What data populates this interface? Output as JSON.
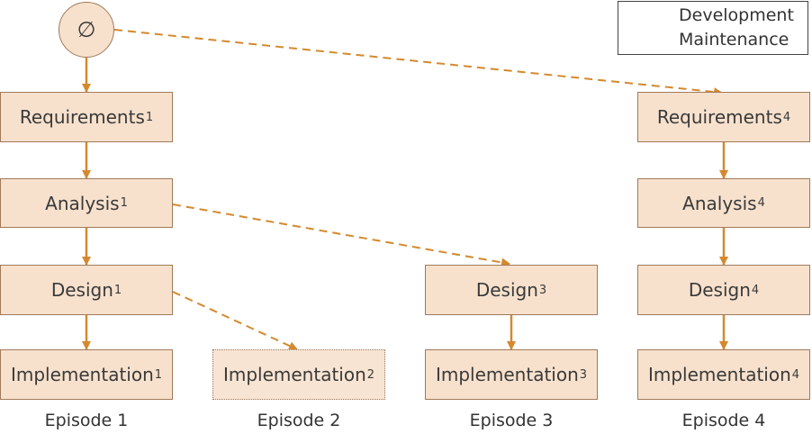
{
  "colors": {
    "arrow": "#d4892e",
    "node_fill": "#f7e1cd",
    "node_border": "#a07a5a"
  },
  "start": {
    "symbol": "∅"
  },
  "legend": {
    "development": "Development",
    "maintenance": "Maintenance"
  },
  "episodes": [
    "Episode 1",
    "Episode 2",
    "Episode 3",
    "Episode 4"
  ],
  "nodes": {
    "req1": {
      "label": "Requirements",
      "index": "1"
    },
    "ana1": {
      "label": "Analysis",
      "index": "1"
    },
    "des1": {
      "label": "Design",
      "index": "1"
    },
    "imp1": {
      "label": "Implementation",
      "index": "1"
    },
    "imp2": {
      "label": "Implementation",
      "index": "2"
    },
    "des3": {
      "label": "Design",
      "index": "3"
    },
    "imp3": {
      "label": "Implementation",
      "index": "3"
    },
    "req4": {
      "label": "Requirements",
      "index": "4"
    },
    "ana4": {
      "label": "Analysis",
      "index": "4"
    },
    "des4": {
      "label": "Design",
      "index": "4"
    },
    "imp4": {
      "label": "Implementation",
      "index": "4"
    }
  }
}
